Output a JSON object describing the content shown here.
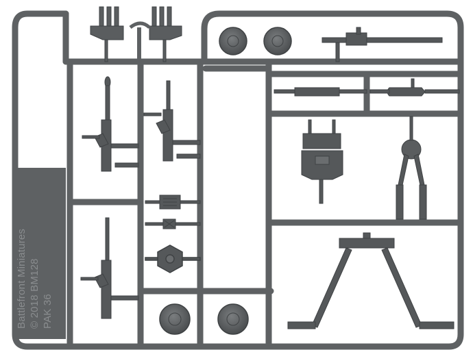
{
  "sprue": {
    "engraving_lines": [
      "Battlefront Miniatures",
      "© 2018 BM128",
      "PAK 36"
    ],
    "colors": {
      "plastic": "#5e6163",
      "plastic_dark": "#45484a",
      "plastic_light": "#7c7f81",
      "background": "#ffffff",
      "engraving": "#8a8d8f"
    }
  }
}
